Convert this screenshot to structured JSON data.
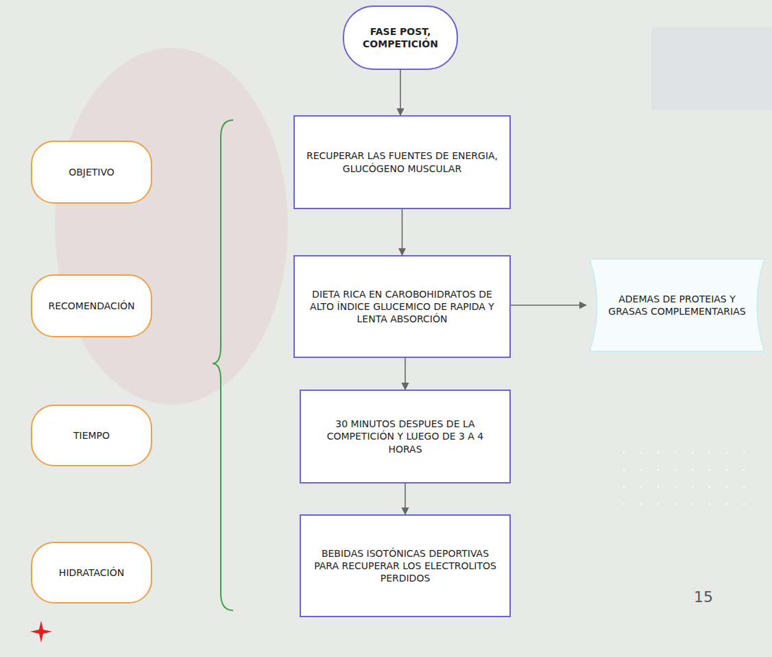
{
  "diagram": {
    "nodes": [
      {
        "text": [
          "FASE POST, COMPETICIÓN"
        ]
      },
      {
        "text": [
          "OBJETIVO"
        ]
      },
      {
        "text": [
          "RECUPERAR LAS FUENTES DE ENERGIA, GLUCÓGENO MUSCULAR"
        ]
      },
      {
        "text": [
          "RECOMENDACIÓN"
        ]
      },
      {
        "text": [
          "DIETA RICA EN CAROBOHIDRATOS DE ALTO ÍNDICE GLUCEMICO DE RAPIDA Y LENTA ABSORCIÓN"
        ]
      },
      {
        "text": [
          "ADEMAS DE PROTEIAS Y GRASAS COMPLEMENTARIAS"
        ]
      },
      {
        "text": [
          "TIEMPO"
        ]
      },
      {
        "text": [
          "30 MINUTOS DESPUES DE LA COMPETICIÓN Y LUEGO DE 3 A 4 HORAS"
        ]
      },
      {
        "text": [
          "HIDRATACIÓN"
        ]
      },
      {
        "text": [
          "BEBIDAS ISOTÓNICAS DEPORTIVAS PARA RECUPERAR LOS ELECTROLITOS PERDIDOS"
        ]
      }
    ],
    "edges": [
      {
        "from": 0,
        "to": 2,
        "arrow": "to"
      },
      {
        "from": 2,
        "to": 4,
        "arrow": "to"
      },
      {
        "from": 4,
        "to": 5,
        "arrow": "to"
      },
      {
        "from": 4,
        "to": 7,
        "arrow": "to"
      },
      {
        "from": 7,
        "to": 9,
        "arrow": "to"
      }
    ],
    "labels": [
      "15"
    ]
  }
}
